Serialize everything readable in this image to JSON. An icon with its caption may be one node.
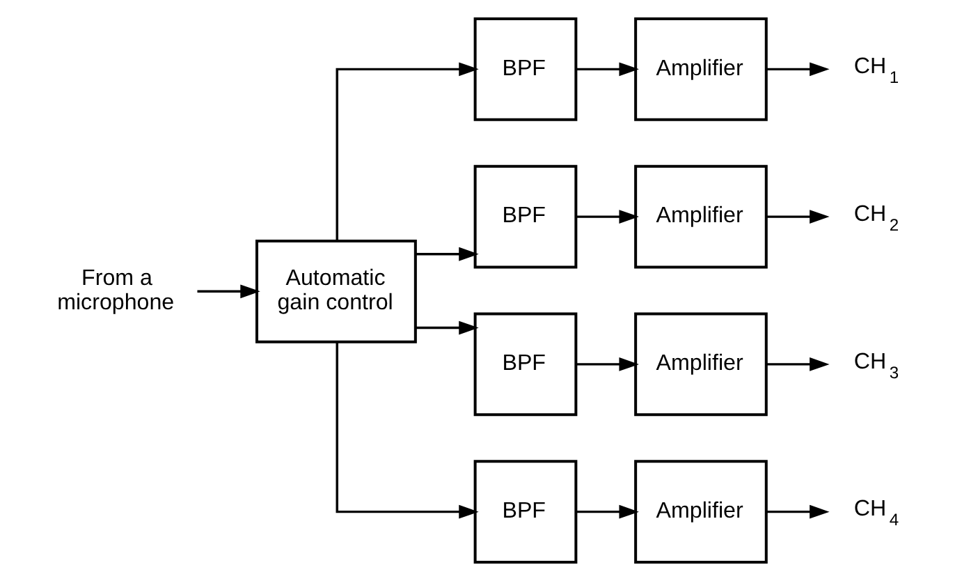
{
  "diagram": {
    "nodes": [
      {
        "text": [
          "From a microphone"
        ]
      },
      {
        "text": [
          "Automatic gain control"
        ]
      },
      {
        "text": [
          "BPF"
        ]
      },
      {
        "text": [
          "Amplifier"
        ]
      },
      {
        "text": [
          "CH$_{1}$"
        ]
      },
      {
        "text": [
          "BPF"
        ]
      },
      {
        "text": [
          "Amplifier"
        ]
      },
      {
        "text": [
          "CH$_{2}$"
        ]
      },
      {
        "text": [
          "BPF"
        ]
      },
      {
        "text": [
          "Amplifier"
        ]
      },
      {
        "text": [
          "CH$_{3}$"
        ]
      },
      {
        "text": [
          "BPF"
        ]
      },
      {
        "text": [
          "Amplifier"
        ]
      },
      {
        "text": [
          "CH$_{4}$"
        ]
      }
    ],
    "edges": [
      {
        "from": 0,
        "to": 1,
        "arrow": "to"
      },
      {
        "from": 1,
        "to": 2,
        "arrow": "to"
      },
      {
        "from": 1,
        "to": 5,
        "arrow": "to"
      },
      {
        "from": 1,
        "to": 8,
        "arrow": "to"
      },
      {
        "from": 1,
        "to": 11,
        "arrow": "to"
      },
      {
        "from": 2,
        "to": 3,
        "arrow": "to"
      },
      {
        "from": 3,
        "to": 4,
        "arrow": "to"
      },
      {
        "from": 5,
        "to": 6,
        "arrow": "to"
      },
      {
        "from": 6,
        "to": 7,
        "arrow": "to"
      },
      {
        "from": 8,
        "to": 9,
        "arrow": "to"
      },
      {
        "from": 9,
        "to": 10,
        "arrow": "to"
      },
      {
        "from": 11,
        "to": 12,
        "arrow": "to"
      },
      {
        "from": 12,
        "to": 13,
        "arrow": "to"
      }
    ]
  }
}
